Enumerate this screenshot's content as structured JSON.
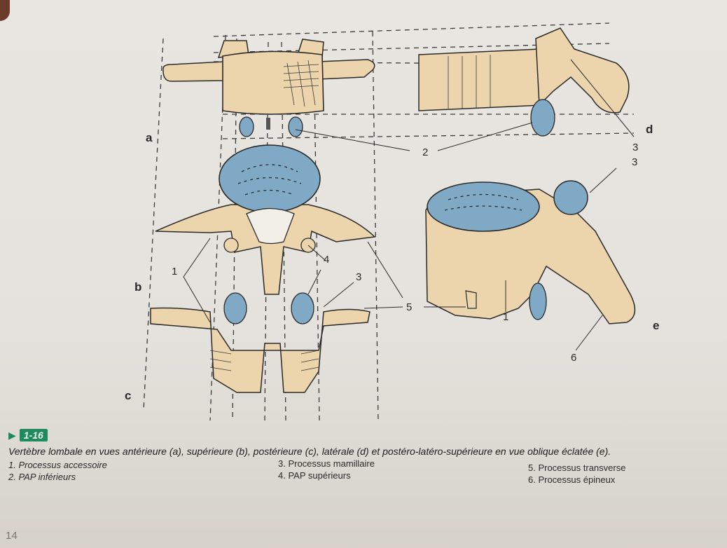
{
  "figure": {
    "number": "1-16",
    "caption": "Vertèbre lombale en vues antérieure (a), supérieure (b), postérieure (c), latérale (d) et postéro-latéro-supérieure en vue oblique éclatée (e).",
    "view_letters": {
      "a": "a",
      "b": "b",
      "c": "c",
      "d": "d",
      "e": "e"
    },
    "callouts": {
      "n1": "1",
      "n2": "2",
      "n3": "3",
      "n4": "4",
      "n5": "5",
      "n6": "6"
    }
  },
  "legend": [
    {
      "text": "1. Processus accessoire"
    },
    {
      "text": "2. PAP inférieurs"
    },
    {
      "text": "3. Processus mamillaire"
    },
    {
      "text": "4. PAP supérieurs"
    },
    {
      "text": "5. Processus transverse"
    },
    {
      "text": "6. Processus épineux"
    }
  ],
  "page_number": "14",
  "colors": {
    "bone": "#ecd4ac",
    "cartilage": "#7fa9c4",
    "ink": "#2a2a2a",
    "accent": "#1f8a5b"
  }
}
